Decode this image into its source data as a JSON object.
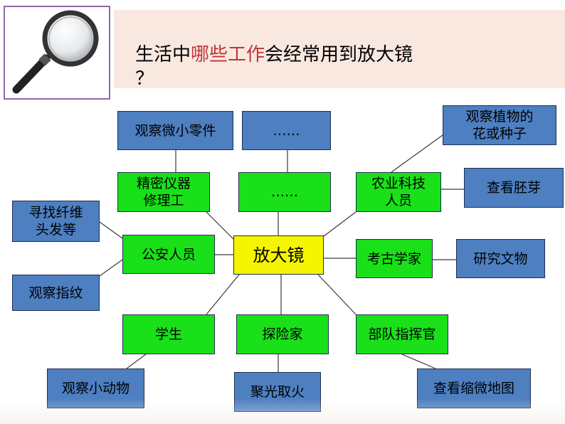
{
  "title": {
    "prefix": "生活中",
    "highlight": "哪些工作",
    "suffix": "会经常用到放大镜",
    "question_mark": "？"
  },
  "colors": {
    "accent": "#c0343a",
    "blue_box": "#4d7fc1",
    "green_box": "#19e019",
    "center_box": "#f5f500"
  },
  "icons": [
    "magnifying-glass-icon"
  ],
  "diagram": {
    "center": "放大镜",
    "occupations": {
      "precision_instrument_repairer": "精密仪器\n修理工",
      "ellipsis": "……",
      "agri_tech": "农业科技\n人员",
      "police": "公安人员",
      "archaeologist": "考古学家",
      "student": "学生",
      "explorer": "探险家",
      "commander": "部队指挥官"
    },
    "uses": {
      "observe_small_parts": "观察微小零件",
      "ellipsis": "……",
      "observe_plants": "观察植物的\n花或种子",
      "check_embryo": "查看胚芽",
      "find_fibers": "寻找纤维\n头发等",
      "observe_fingerprints": "观察指纹",
      "study_artifacts": "研究文物",
      "observe_small_animals": "观察小动物",
      "focus_light_fire": "聚光取火",
      "check_reduced_map": "查看缩微地图"
    }
  }
}
